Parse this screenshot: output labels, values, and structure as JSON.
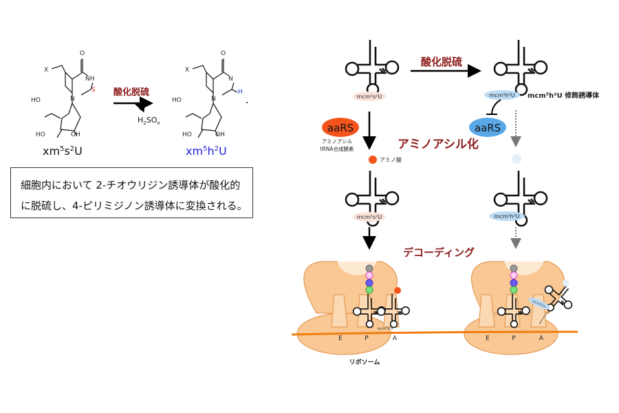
{
  "left": {
    "reactant": {
      "name_base": "xm",
      "sup1": "5",
      "mid": "s",
      "sup2": "2",
      "end": "U",
      "substituent": "X",
      "thio": "S",
      "nh": "NH",
      "n": "N",
      "o": "O",
      "ho1": "HO",
      "ho2": "HO",
      "oh": "OH"
    },
    "reaction_label": "酸化脱硫",
    "byproduct": {
      "main": "H",
      "sub1": "2",
      "mid": "SO",
      "sub2": "n"
    },
    "product": {
      "name_base": "xm",
      "sup1": "5",
      "mid": "h",
      "sup2": "2",
      "end": "U",
      "substituent": "X",
      "h": "H",
      "n1": "N",
      "n2": "N",
      "o": "O",
      "ho1": "HO",
      "ho2": "HO",
      "oh": "OH"
    },
    "caption": [
      "細胞内において 2-チオウリジン誘導体が酸化的",
      "に脱硫し、4-ピリミジノン誘導体に変換される。"
    ]
  },
  "right": {
    "oxidation_label": "酸化脱硫",
    "trna_label_s2u": "mcm⁵s²U",
    "trna_label_h2u": "mcm⁵h²U",
    "modified_label": "mcm⁵h²U 修飾誘導体",
    "aars": "aaRS",
    "aars_desc": [
      "アミノアシル",
      "tRNA合成酵素"
    ],
    "aminoacylation": "アミノアシル化",
    "amino_acid": "アミノ酸",
    "decoding": "デコーディング",
    "ribosome": "リボソーム",
    "sites": [
      "E",
      "P",
      "A"
    ],
    "colors": {
      "s2u": "#fbe3d9",
      "h2u": "#bcdcf5",
      "aars_orange": "#f2541b",
      "aars_blue": "#5aa8e8",
      "title_red": "#8b1a1a",
      "ribosome": "#f9c895",
      "mrna": "#f07d10"
    }
  }
}
